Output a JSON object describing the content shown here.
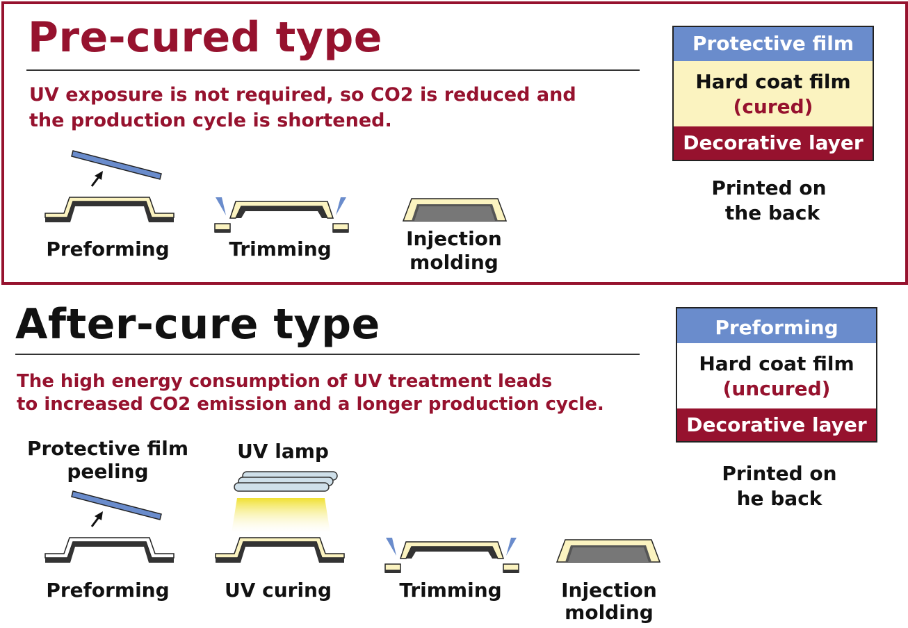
{
  "pre_cured": {
    "title": "Pre-cured type",
    "description_line1": "UV exposure is not required, so CO2 is reduced and",
    "description_line2": "the production cycle is shortened.",
    "steps": [
      {
        "label": "Preforming"
      },
      {
        "label": "Trimming"
      },
      {
        "label_line1": "Injection",
        "label_line2": "molding"
      }
    ],
    "layers": {
      "top": "Protective film",
      "middle": "Hard coat film",
      "middle_sub": "(cured)",
      "bottom": "Decorative layer"
    },
    "note_line1": "Printed on",
    "note_line2": "the back"
  },
  "after_cure": {
    "title": "After-cure type",
    "description_line1": "The high energy consumption of UV treatment leads",
    "description_line2": "to increased CO2 emission and a longer production cycle.",
    "peel_label_line1": "Protective film",
    "peel_label_line2": "peeling",
    "lamp_label": "UV lamp",
    "steps": [
      {
        "label": "Preforming"
      },
      {
        "label": "UV curing"
      },
      {
        "label": "Trimming"
      },
      {
        "label_line1": "Injection",
        "label_line2": "molding"
      }
    ],
    "layers": {
      "top": "Preforming",
      "middle": "Hard coat film",
      "middle_sub": "(uncured)",
      "bottom": "Decorative layer"
    },
    "note_line1": "Printed on",
    "note_line2": "he back"
  },
  "colors": {
    "accent_red": "#96122e",
    "film_blue": "#6a8ccc",
    "cream": "#fbf3c0",
    "dark": "#333333",
    "uv_yellow": "#f0e030",
    "lamp_blue": "#cfe0ea"
  }
}
